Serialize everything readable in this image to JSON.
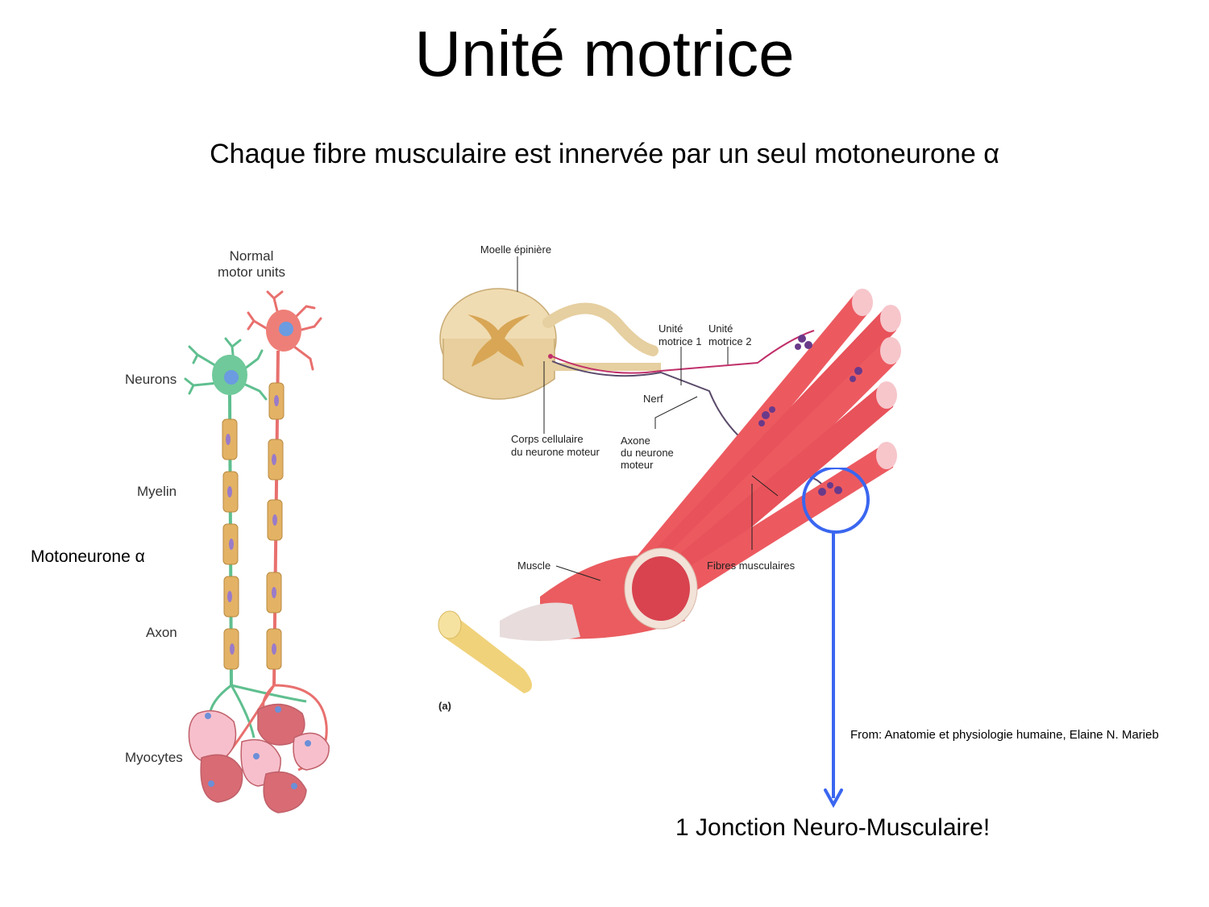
{
  "title": "Unité motrice",
  "subtitle": "Chaque fibre musculaire est innervée par un seul motoneurone α",
  "left_figure": {
    "header_line1": "Normal",
    "header_line2": "motor units",
    "labels": {
      "neurons": "Neurons",
      "myelin": "Myelin",
      "axon": "Axon",
      "myocytes": "Myocytes"
    }
  },
  "motoneurone_label": "Motoneurone α",
  "right_figure": {
    "moelle": "Moelle épinière",
    "unite1_line1": "Unité",
    "unite1_line2": "motrice 1",
    "unite2_line1": "Unité",
    "unite2_line2": "motrice 2",
    "nerf": "Nerf",
    "corps_line1": "Corps cellulaire",
    "corps_line2": "du neurone moteur",
    "axone_line1": "Axone",
    "axone_line2": "du neurone",
    "axone_line3": "moteur",
    "muscle": "Muscle",
    "fibres": "Fibres musculaires",
    "panel": "(a)"
  },
  "source": "From: Anatomie et physiologie humaine, Elaine N. Marieb",
  "conclusion": "1 Jonction Neuro-Musculaire!",
  "colors": {
    "highlight": "#3a66f0",
    "muscle": "#e8525a",
    "green_neuron": "#5fbf8f",
    "red_neuron": "#e8706e",
    "myelin": "#e3b265"
  }
}
